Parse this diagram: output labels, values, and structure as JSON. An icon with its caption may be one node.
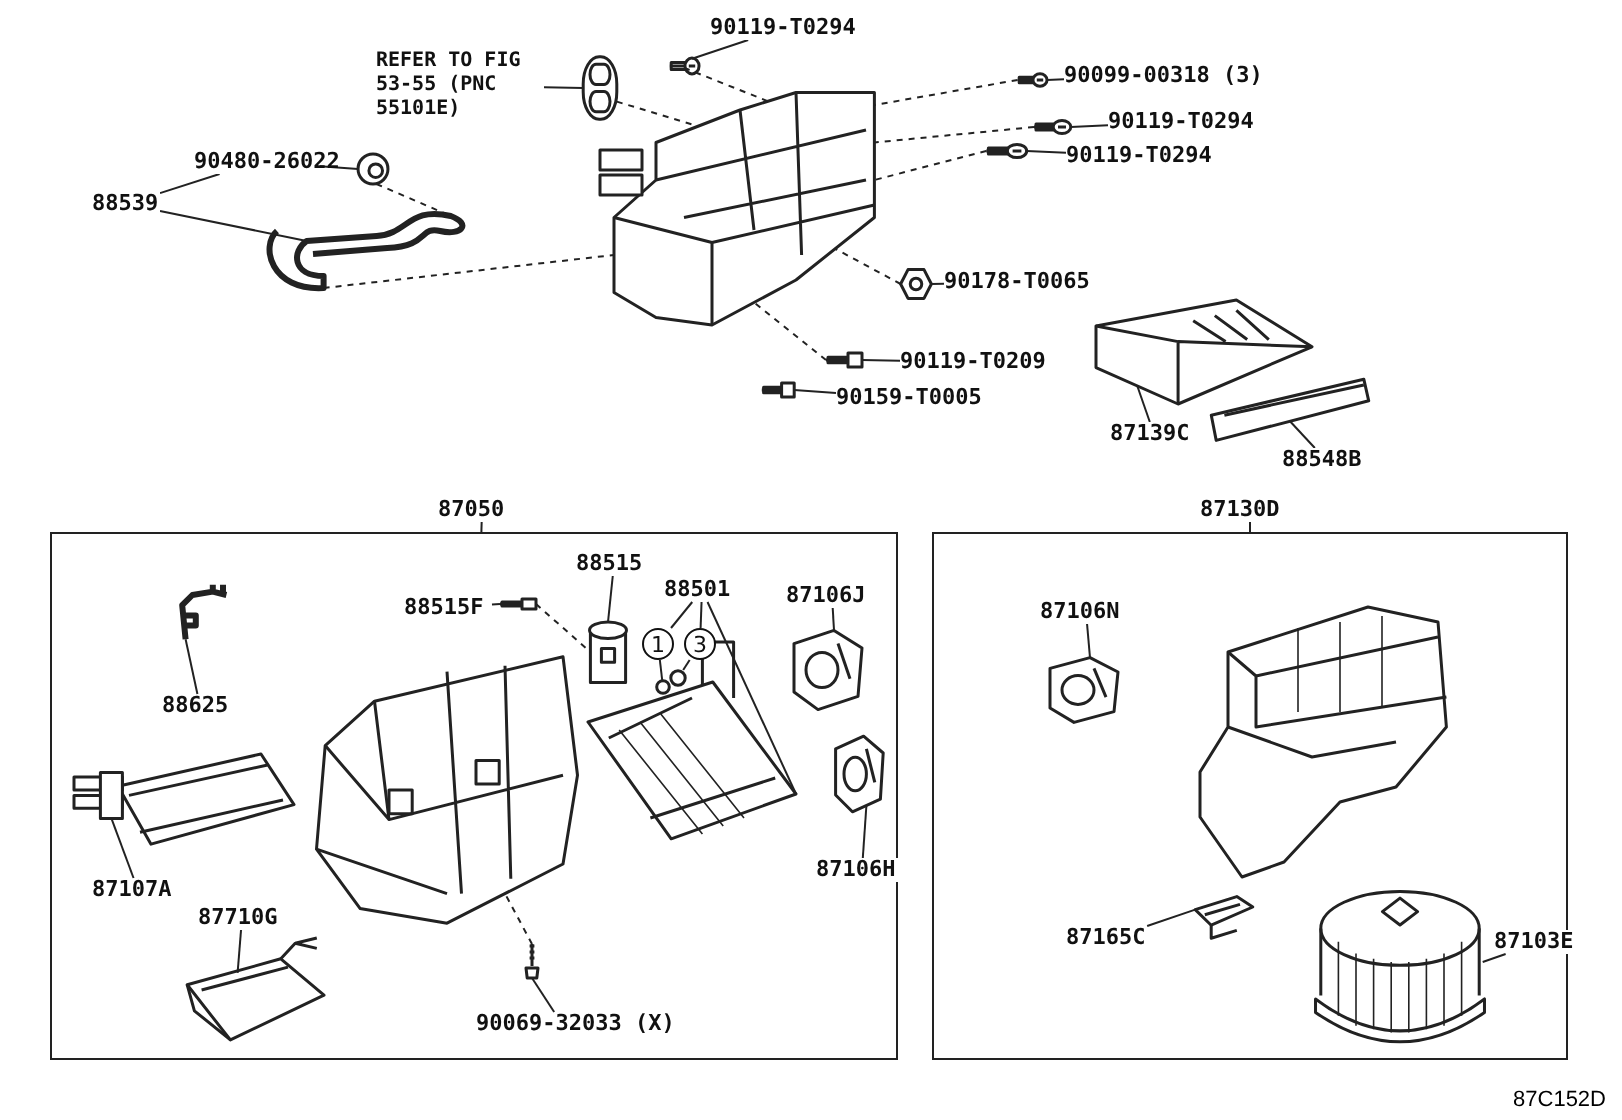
{
  "diagram": {
    "nodes": [
      {
        "text": [],
        "shape": "box"
      },
      {
        "text": [],
        "shape": "box"
      },
      {
        "text": [
          "90119-T0294"
        ]
      },
      {
        "text": [],
        "shape": "picture"
      },
      {
        "text": [
          "REFER TO FIG 53-55 (PNC 55101E)"
        ]
      },
      {
        "text": [],
        "shape": "picture"
      },
      {
        "text": [
          "88539"
        ]
      },
      {
        "text": [
          "90480-26022"
        ]
      },
      {
        "text": [],
        "shape": "picture"
      },
      {
        "text": [],
        "shape": "picture"
      },
      {
        "text": [],
        "shape": "picture"
      },
      {
        "text": [
          "90099-00318 (3)"
        ]
      },
      {
        "text": [],
        "shape": "picture"
      },
      {
        "text": [
          "90119-T0294"
        ]
      },
      {
        "text": [],
        "shape": "picture"
      },
      {
        "text": [
          "90119-T0294"
        ]
      },
      {
        "text": [],
        "shape": "picture"
      },
      {
        "text": [
          "90178-T0065"
        ]
      },
      {
        "text": [],
        "shape": "picture"
      },
      {
        "text": [
          "90119-T0209"
        ]
      },
      {
        "text": [],
        "shape": "picture"
      },
      {
        "text": [
          "90159-T0005"
        ]
      },
      {
        "text": [],
        "shape": "picture"
      },
      {
        "text": [],
        "shape": "picture"
      },
      {
        "text": [],
        "shape": "picture"
      },
      {
        "text": [
          "87139C"
        ]
      },
      {
        "text": [
          "88548B"
        ]
      },
      {
        "text": [
          "88625"
        ],
        "in": 0
      },
      {
        "text": [],
        "shape": "picture",
        "in": 0
      },
      {
        "text": [
          "88515F"
        ],
        "in": 0
      },
      {
        "text": [],
        "shape": "picture",
        "in": 0
      },
      {
        "text": [
          "88515"
        ],
        "in": 0
      },
      {
        "text": [],
        "shape": "picture",
        "in": 0
      },
      {
        "text": [
          "88501"
        ],
        "in": 0
      },
      {
        "text": [
          "1"
        ],
        "in": 0
      },
      {
        "text": [
          "3"
        ],
        "in": 0
      },
      {
        "text": [],
        "shape": "circle",
        "in": 0
      },
      {
        "text": [],
        "shape": "circle",
        "in": 0
      },
      {
        "text": [],
        "shape": "picture",
        "in": 0
      },
      {
        "text": [
          "87106J"
        ],
        "in": 0
      },
      {
        "text": [],
        "shape": "picture",
        "in": 0
      },
      {
        "text": [],
        "shape": "picture",
        "in": 0
      },
      {
        "text": [],
        "shape": "picture",
        "in": 0
      },
      {
        "text": [
          "87107A"
        ],
        "in": 0
      },
      {
        "text": [
          "87710G"
        ],
        "in": 0
      },
      {
        "text": [],
        "shape": "picture",
        "in": 0
      },
      {
        "text": [],
        "shape": "picture",
        "in": 0
      },
      {
        "text": [
          "87106H"
        ],
        "in": 0
      },
      {
        "text": [],
        "shape": "picture",
        "in": 0
      },
      {
        "text": [
          "90069-32033 (X)"
        ],
        "in": 0
      },
      {
        "text": [
          "87106N"
        ],
        "in": 1
      },
      {
        "text": [],
        "shape": "picture",
        "in": 1
      },
      {
        "text": [],
        "shape": "picture",
        "in": 1
      },
      {
        "text": [
          "87165C"
        ],
        "in": 1
      },
      {
        "text": [],
        "shape": "picture",
        "in": 1
      },
      {
        "text": [
          "87103E"
        ],
        "in": 1
      },
      {
        "text": [],
        "shape": "picture",
        "in": 1
      },
      {
        "text": [
          "87050"
        ]
      },
      {
        "text": [
          "87130D"
        ]
      }
    ],
    "edges": [
      {
        "from": 2,
        "to": 3,
        "arrow": "none"
      },
      {
        "from": 3,
        "to": 10,
        "arrow": "none",
        "style": "dashed"
      },
      {
        "from": 4,
        "to": 5,
        "arrow": "none"
      },
      {
        "from": 5,
        "to": 10,
        "arrow": "none",
        "style": "dashed"
      },
      {
        "from": 6,
        "to": 7,
        "arrow": "none"
      },
      {
        "from": 6,
        "to": 9,
        "arrow": "none"
      },
      {
        "from": 7,
        "to": 8,
        "arrow": "none"
      },
      {
        "from": 8,
        "to": 9,
        "arrow": "none",
        "style": "dashed"
      },
      {
        "from": 9,
        "to": 10,
        "arrow": "none",
        "style": "dashed"
      },
      {
        "from": 11,
        "to": 12,
        "arrow": "none"
      },
      {
        "from": 12,
        "to": 10,
        "arrow": "none",
        "style": "dashed"
      },
      {
        "from": 13,
        "to": 14,
        "arrow": "none"
      },
      {
        "from": 14,
        "to": 10,
        "arrow": "none",
        "style": "dashed"
      },
      {
        "from": 15,
        "to": 16,
        "arrow": "none"
      },
      {
        "from": 16,
        "to": 10,
        "arrow": "none",
        "style": "dashed"
      },
      {
        "from": 17,
        "to": 18,
        "arrow": "none"
      },
      {
        "from": 18,
        "to": 10,
        "arrow": "none",
        "style": "dashed"
      },
      {
        "from": 19,
        "to": 20,
        "arrow": "none"
      },
      {
        "from": 20,
        "to": 10,
        "arrow": "none",
        "style": "dashed"
      },
      {
        "from": 21,
        "to": 22,
        "arrow": "none"
      },
      {
        "from": 25,
        "to": 23,
        "arrow": "none"
      },
      {
        "from": 26,
        "to": 24,
        "arrow": "none"
      },
      {
        "from": 27,
        "to": 28,
        "arrow": "none"
      },
      {
        "from": 29,
        "to": 30,
        "arrow": "none"
      },
      {
        "from": 30,
        "to": 32,
        "arrow": "none",
        "style": "dashed"
      },
      {
        "from": 31,
        "to": 32,
        "arrow": "none"
      },
      {
        "from": 33,
        "to": 34,
        "arrow": "none"
      },
      {
        "from": 33,
        "to": 35,
        "arrow": "none"
      },
      {
        "from": 33,
        "to": 38,
        "arrow": "none"
      },
      {
        "from": 34,
        "to": 36,
        "arrow": "none"
      },
      {
        "from": 35,
        "to": 37,
        "arrow": "none"
      },
      {
        "from": 39,
        "to": 40,
        "arrow": "none"
      },
      {
        "from": 43,
        "to": 42,
        "arrow": "none"
      },
      {
        "from": 44,
        "to": 45,
        "arrow": "none"
      },
      {
        "from": 47,
        "to": 46,
        "arrow": "none"
      },
      {
        "from": 49,
        "to": 48,
        "arrow": "none"
      },
      {
        "from": 48,
        "to": 41,
        "arrow": "none",
        "style": "dashed"
      },
      {
        "from": 50,
        "to": 51,
        "arrow": "none"
      },
      {
        "from": 53,
        "to": 54,
        "arrow": "none"
      },
      {
        "from": 55,
        "to": 56,
        "arrow": "none"
      },
      {
        "from": 57,
        "to": 0,
        "arrow": "none"
      },
      {
        "from": 58,
        "to": 1,
        "arrow": "none"
      }
    ],
    "labels": [
      "87C152D"
    ]
  }
}
